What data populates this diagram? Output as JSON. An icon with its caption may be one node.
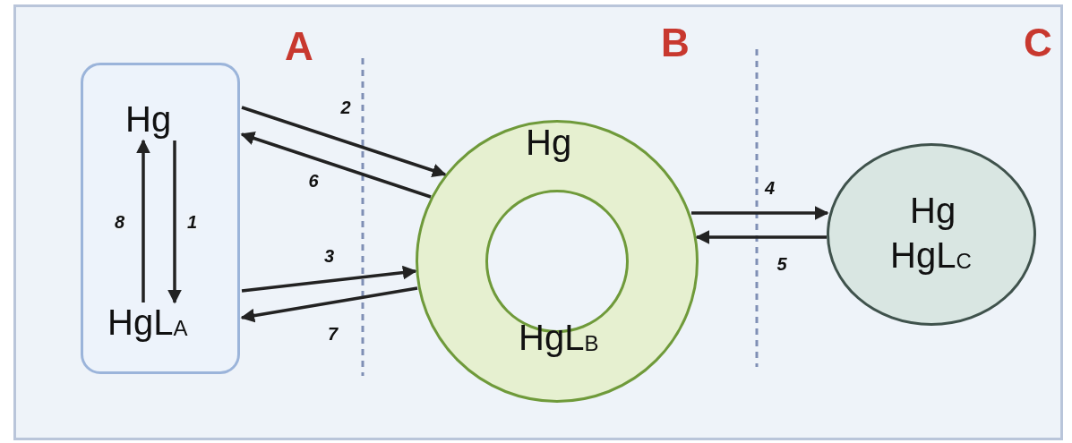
{
  "diagram": {
    "nodes": [
      {
        "text": [],
        "shape": "box"
      },
      {
        "text": [
          "Hg"
        ],
        "in": 0
      },
      {
        "text": [
          "HgL$_{A}$"
        ],
        "in": 0
      },
      {
        "text": [
          "Hg",
          "HgL$_{B}$"
        ]
      },
      {
        "text": [],
        "shape": "circle",
        "in": 3
      },
      {
        "text": [
          "Hg",
          "HgL$_{C}$"
        ]
      }
    ],
    "edges": [
      {
        "from": 1,
        "to": 2,
        "arrow": "to",
        "label": "1"
      },
      {
        "from": 0,
        "to": 3,
        "arrow": "to",
        "label": "2"
      },
      {
        "from": 0,
        "to": 3,
        "arrow": "to",
        "label": "3"
      },
      {
        "from": 3,
        "to": 5,
        "arrow": "to",
        "label": "4"
      },
      {
        "from": 5,
        "to": 3,
        "arrow": "to",
        "label": "5"
      },
      {
        "from": 3,
        "to": 0,
        "arrow": "to",
        "label": "6"
      },
      {
        "from": 3,
        "to": 0,
        "arrow": "to",
        "label": "7"
      },
      {
        "from": 2,
        "to": 1,
        "arrow": "to",
        "label": "8"
      }
    ],
    "labels": [
      "A",
      "B",
      "C"
    ]
  }
}
